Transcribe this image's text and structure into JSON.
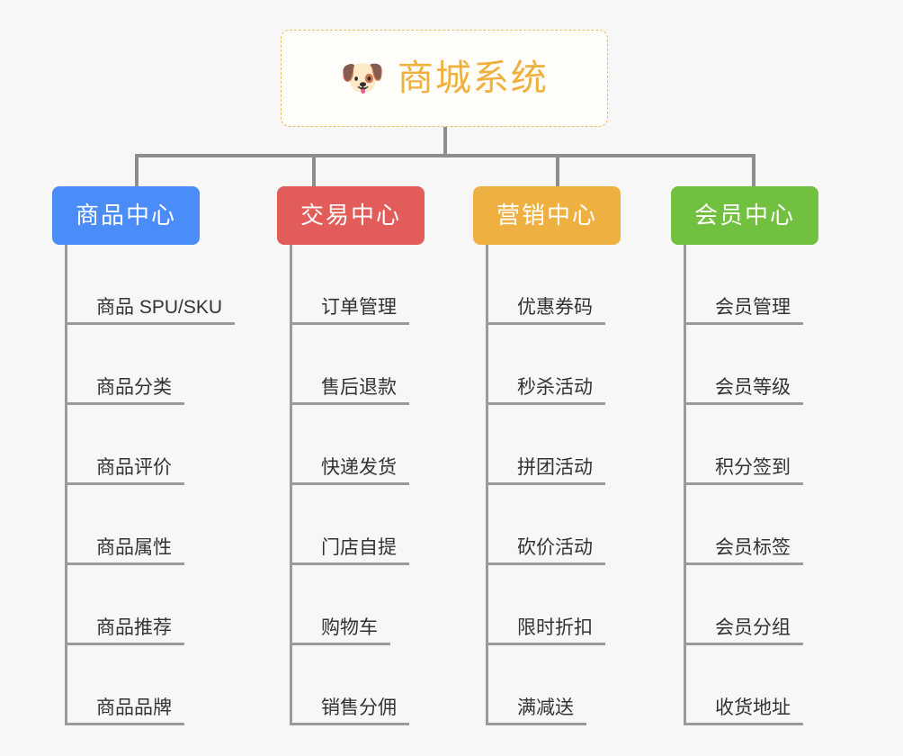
{
  "root": {
    "icon": "dog-face-icon",
    "icon_glyph": "🐶",
    "title": "商城系统",
    "title_color": "#efb03e",
    "border_color": "#f0bc5e"
  },
  "connector_color": "#8d8d8d",
  "background_color": "#f7f7f7",
  "leaf_line_color": "#9a9a9a",
  "branches": [
    {
      "label": "商品中心",
      "color": "#4b8df8",
      "items": [
        {
          "label": "商品 SPU/SKU"
        },
        {
          "label": "商品分类"
        },
        {
          "label": "商品评价"
        },
        {
          "label": "商品属性"
        },
        {
          "label": "商品推荐"
        },
        {
          "label": "商品品牌"
        }
      ]
    },
    {
      "label": "交易中心",
      "color": "#e25c59",
      "items": [
        {
          "label": "订单管理"
        },
        {
          "label": "售后退款"
        },
        {
          "label": "快递发货"
        },
        {
          "label": "门店自提"
        },
        {
          "label": "购物车"
        },
        {
          "label": "销售分佣"
        }
      ]
    },
    {
      "label": "营销中心",
      "color": "#eeb141",
      "items": [
        {
          "label": "优惠券码"
        },
        {
          "label": "秒杀活动"
        },
        {
          "label": "拼团活动"
        },
        {
          "label": "砍价活动"
        },
        {
          "label": "限时折扣"
        },
        {
          "label": "满减送"
        }
      ]
    },
    {
      "label": "会员中心",
      "color": "#72c040",
      "items": [
        {
          "label": "会员管理"
        },
        {
          "label": "会员等级"
        },
        {
          "label": "积分签到"
        },
        {
          "label": "会员标签"
        },
        {
          "label": "会员分组"
        },
        {
          "label": "收货地址"
        }
      ]
    }
  ]
}
